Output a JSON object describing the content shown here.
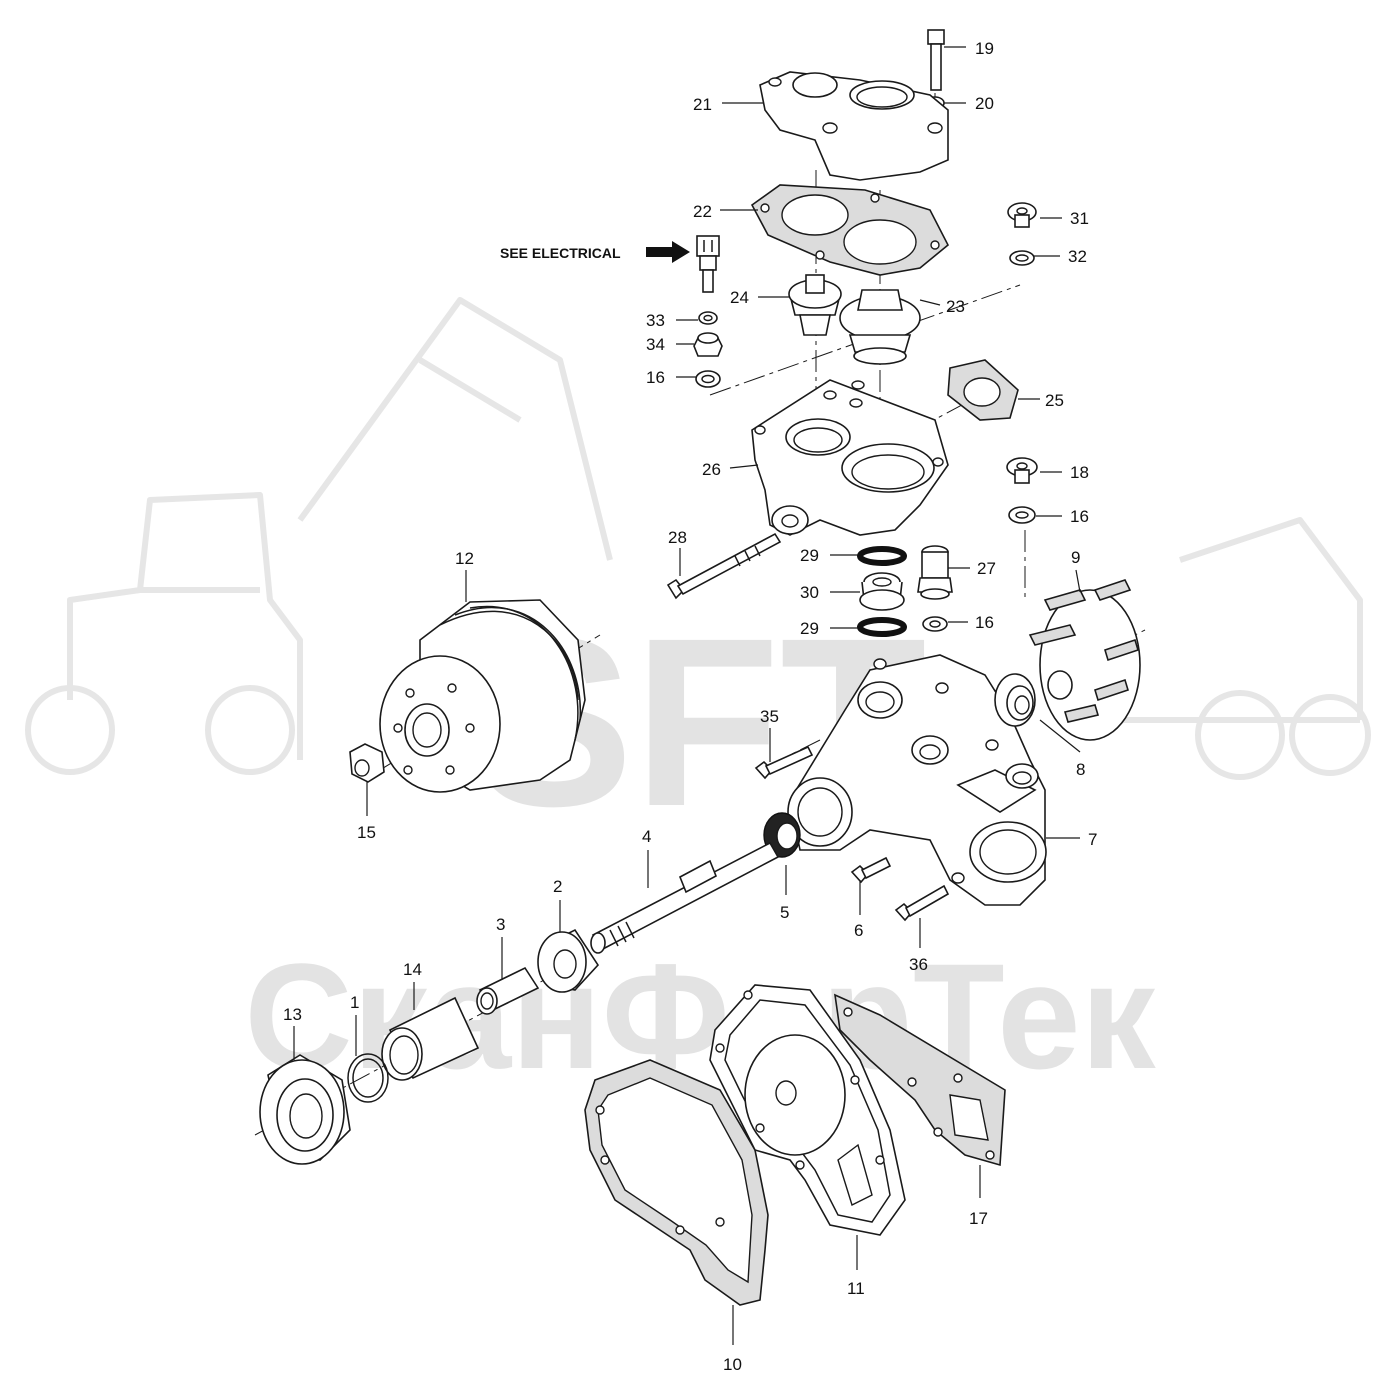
{
  "watermark": {
    "brand": "SFT",
    "name": "СканФорТек"
  },
  "note": {
    "label": "SEE ELECTRICAL"
  },
  "callouts": [
    {
      "id": "c1",
      "label": "1"
    },
    {
      "id": "c2",
      "label": "2"
    },
    {
      "id": "c3",
      "label": "3"
    },
    {
      "id": "c4",
      "label": "4"
    },
    {
      "id": "c5",
      "label": "5"
    },
    {
      "id": "c6",
      "label": "6"
    },
    {
      "id": "c7",
      "label": "7"
    },
    {
      "id": "c8",
      "label": "8"
    },
    {
      "id": "c9",
      "label": "9"
    },
    {
      "id": "c10",
      "label": "10"
    },
    {
      "id": "c11",
      "label": "11"
    },
    {
      "id": "c12",
      "label": "12"
    },
    {
      "id": "c13",
      "label": "13"
    },
    {
      "id": "c14",
      "label": "14"
    },
    {
      "id": "c15",
      "label": "15"
    },
    {
      "id": "c16a",
      "label": "16"
    },
    {
      "id": "c16b",
      "label": "16"
    },
    {
      "id": "c16c",
      "label": "16"
    },
    {
      "id": "c17",
      "label": "17"
    },
    {
      "id": "c18",
      "label": "18"
    },
    {
      "id": "c19",
      "label": "19"
    },
    {
      "id": "c20",
      "label": "20"
    },
    {
      "id": "c21",
      "label": "21"
    },
    {
      "id": "c22",
      "label": "22"
    },
    {
      "id": "c23",
      "label": "23"
    },
    {
      "id": "c24",
      "label": "24"
    },
    {
      "id": "c25",
      "label": "25"
    },
    {
      "id": "c26",
      "label": "26"
    },
    {
      "id": "c27",
      "label": "27"
    },
    {
      "id": "c28",
      "label": "28"
    },
    {
      "id": "c29a",
      "label": "29"
    },
    {
      "id": "c29b",
      "label": "29"
    },
    {
      "id": "c30",
      "label": "30"
    },
    {
      "id": "c31",
      "label": "31"
    },
    {
      "id": "c32",
      "label": "32"
    },
    {
      "id": "c33",
      "label": "33"
    },
    {
      "id": "c34",
      "label": "34"
    },
    {
      "id": "c35",
      "label": "35"
    },
    {
      "id": "c36",
      "label": "36"
    }
  ]
}
